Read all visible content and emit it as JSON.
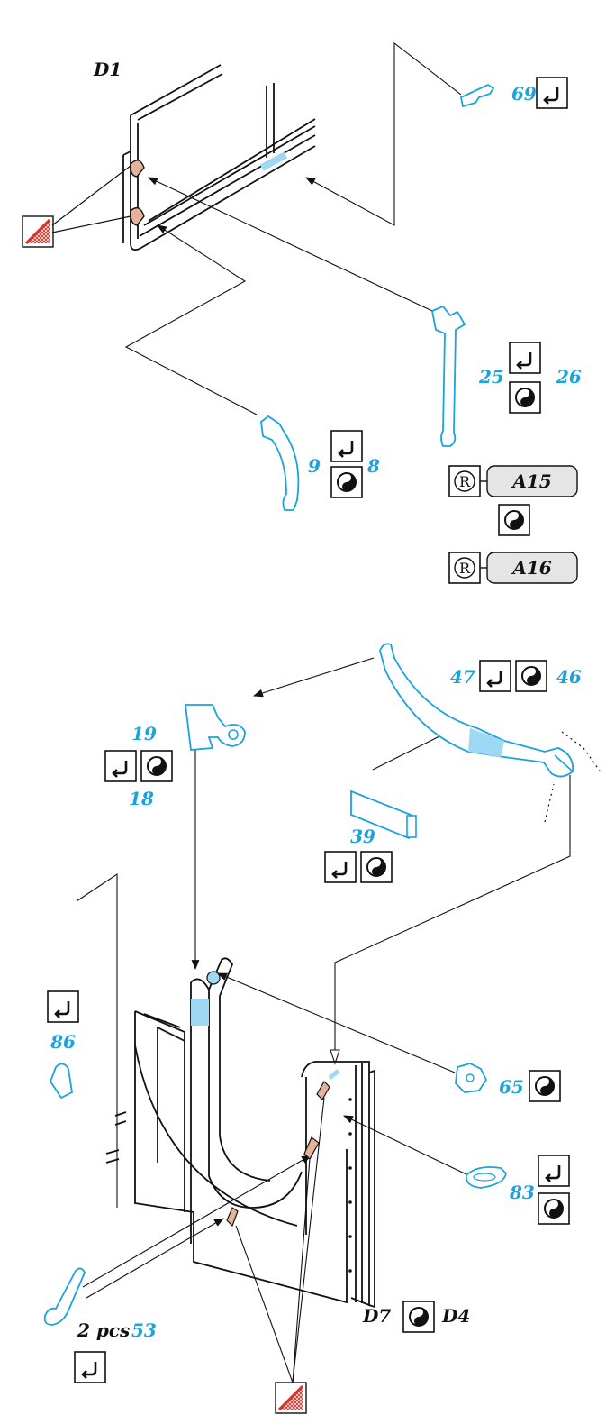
{
  "diagram": {
    "step_top": "D1",
    "part_69": "69",
    "part_25": "25",
    "part_26": "26",
    "part_9": "9",
    "part_8": "8",
    "ref_a15": "A15",
    "ref_a16": "A16",
    "part_47": "47",
    "part_46": "46",
    "part_19": "19",
    "part_18": "18",
    "part_39": "39",
    "part_86": "86",
    "part_65": "65",
    "part_83": "83",
    "qty_53": "2 pcs",
    "part_53": "53",
    "step_d7": "D7",
    "step_d4": "D4"
  },
  "colors": {
    "part_blue": "#1aa3dd",
    "glue_red": "#d9342b",
    "highlight": "#9fd8f2",
    "flesh": "#e6b39a"
  },
  "icons": [
    "cut-arrow-icon",
    "left-right-side-icon",
    "registered-icon",
    "glue-grid-icon"
  ]
}
